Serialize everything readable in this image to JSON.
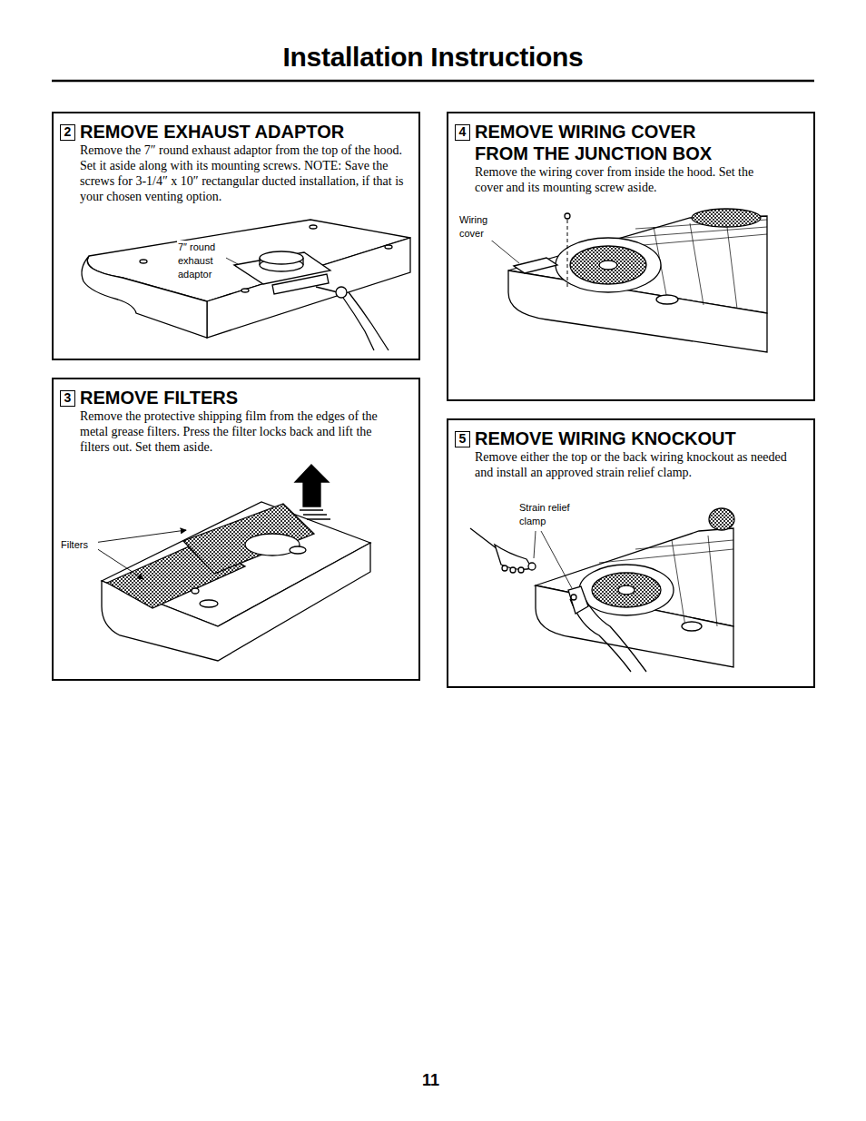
{
  "diagram": {
    "title": "Installation Instructions",
    "nodes": [
      {
        "text": [
          "REMOVE EXHAUST ADAPTOR",
          "Remove the 7″ round exhaust adaptor from the top of the hood. Set it aside along with its mounting screws. NOTE: Save the screws for 3-1/4″ x 10″ rectangular ducted installation, if that is your chosen venting option."
        ]
      },
      {
        "text": [
          "2"
        ],
        "in": 0
      },
      {
        "text": [
          "REMOVE FILTERS",
          "Remove the protective shipping film from the edges of the metal grease filters. Press the filter locks back and lift the filters out. Set them aside."
        ]
      },
      {
        "text": [
          "3"
        ],
        "in": 2
      },
      {
        "text": [
          "REMOVE WIRING COVER FROM THE JUNCTION BOX",
          "Remove the wiring cover from inside the hood. Set the cover and its mounting screw aside."
        ]
      },
      {
        "text": [
          "4"
        ],
        "in": 4
      },
      {
        "text": [
          "REMOVE WIRING KNOCKOUT",
          "Remove either the top or the back wiring knockout as needed and install an approved strain relief clamp."
        ]
      },
      {
        "text": [
          "5"
        ],
        "in": 6
      }
    ],
    "labels": [
      "7″ round exhaust adaptor",
      "Filters",
      "Wiring cover",
      "Strain relief clamp",
      "11"
    ]
  }
}
